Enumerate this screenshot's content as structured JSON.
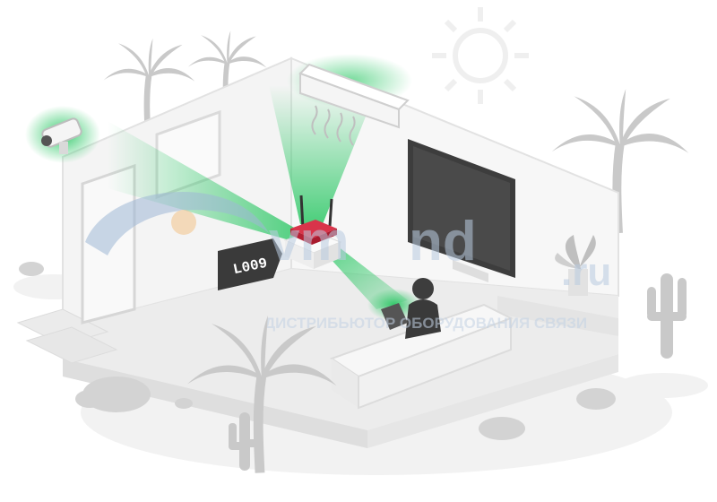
{
  "sign": {
    "text": "L009"
  },
  "watermark": {
    "brand_a": "vm",
    "brand_b": "nd",
    "brand_tld": ".ru",
    "tagline": "ДИСТРИБЬЮТОР ОБОРУДОВАНИЯ СВЯЗИ"
  },
  "colors": {
    "coverage_green": "#22c55e",
    "router_red": "#c8243a",
    "palm_gray": "#c9c9c9",
    "wall_light": "#f3f3f3",
    "tv_dark": "#3d3d3d",
    "sign_dark": "#3a3a3a",
    "watermark_blue": "#b9cbe0"
  },
  "icons": [
    "sun-icon",
    "security-camera-icon",
    "air-conditioner-icon",
    "router-icon",
    "tv-icon",
    "plant-icon",
    "person-icon"
  ]
}
